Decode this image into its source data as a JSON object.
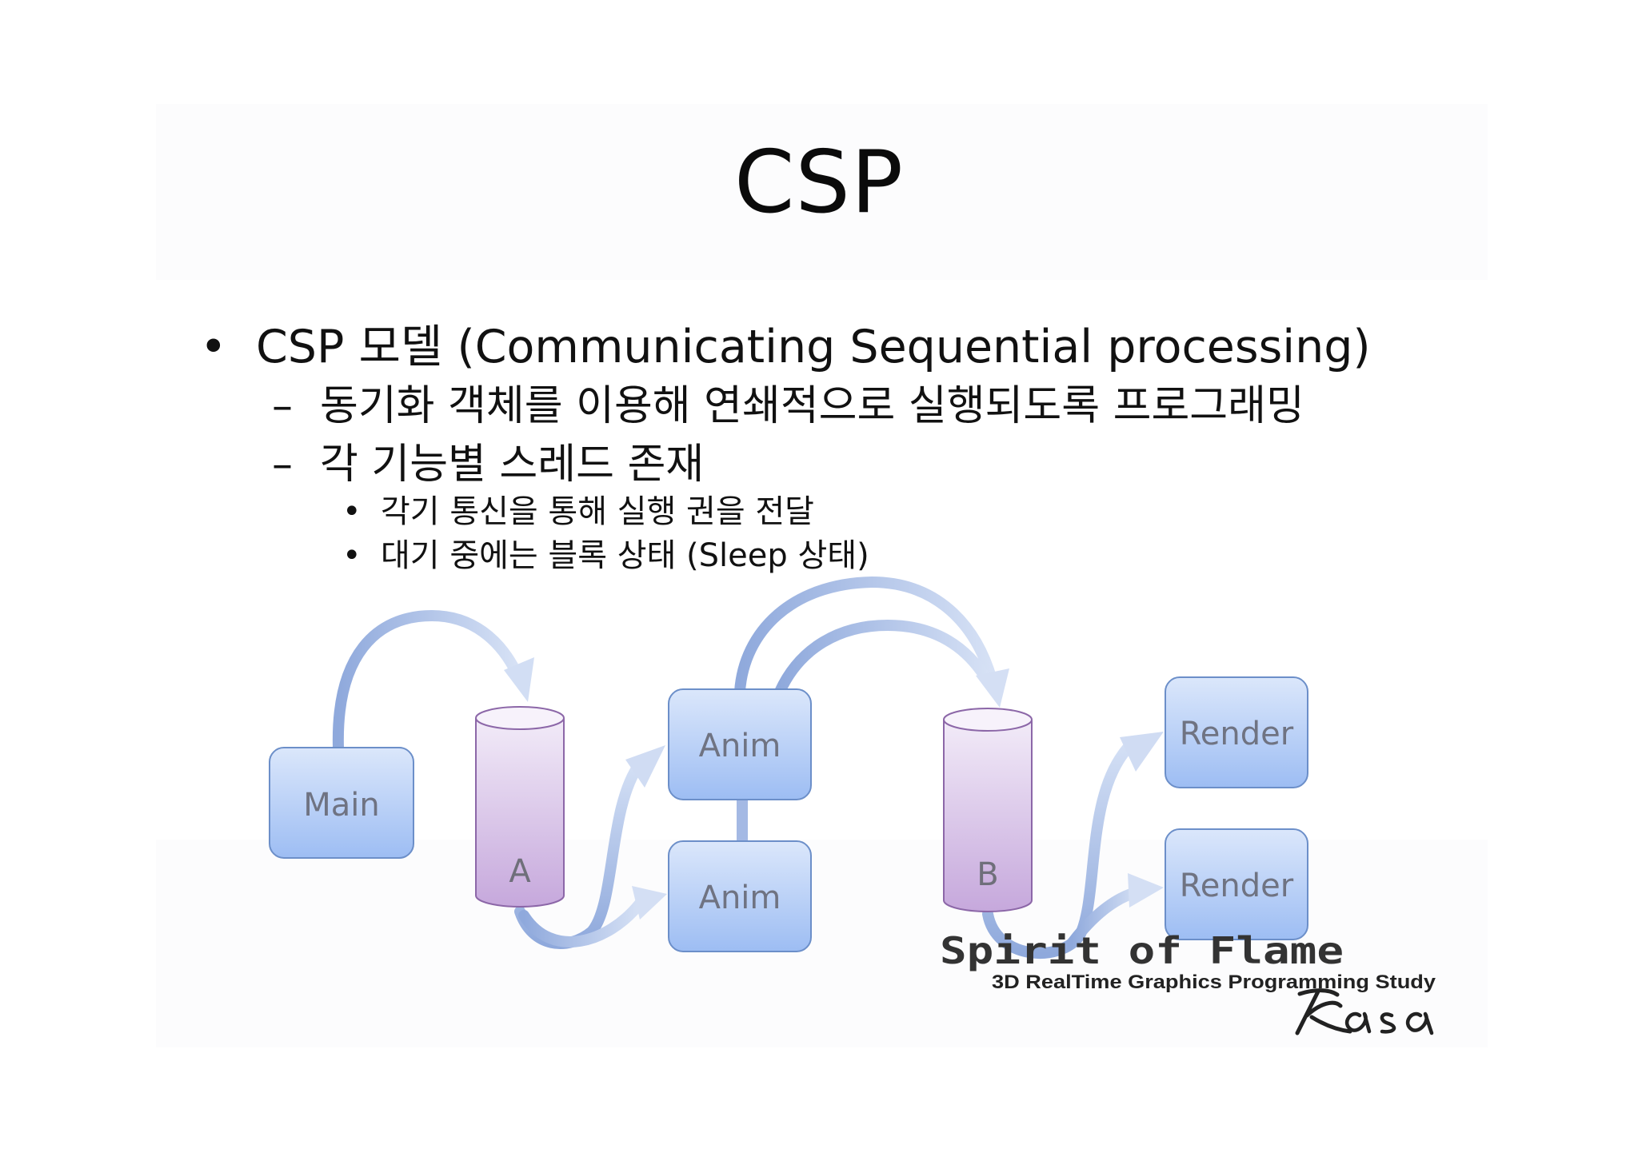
{
  "slide": {
    "title": "CSP",
    "bullets": [
      {
        "level": 1,
        "marker": "•",
        "text": "CSP 모델 (Communicating Sequential processing)"
      },
      {
        "level": 2,
        "marker": "–",
        "text": "동기화 객체를 이용해 연쇄적으로 실행되도록 프로그래밍"
      },
      {
        "level": 2,
        "marker": "–",
        "text": "각 기능별 스레드 존재"
      },
      {
        "level": 3,
        "marker": "•",
        "text": "각기 통신을 통해 실행 권을 전달"
      },
      {
        "level": 3,
        "marker": "•",
        "text": "대기 중에는 블록 상태 (Sleep 상태)"
      }
    ]
  },
  "diagram": {
    "nodes": {
      "main": "Main",
      "anim_top": "Anim",
      "anim_bottom": "Anim",
      "render_top": "Render",
      "render_bottom": "Render"
    },
    "queues": {
      "a": "A",
      "b": "B"
    },
    "colors": {
      "node_fill_top": "#dbe7fb",
      "node_fill_bottom": "#9dbdf3",
      "node_stroke": "#6c8fc9",
      "cylinder_fill_top": "#efe6f6",
      "cylinder_fill_bottom": "#c6a8dc",
      "cylinder_stroke": "#8c67a8",
      "arrow": "#a3b8e3"
    }
  },
  "watermark": {
    "line1": "Spirit of Flame",
    "line2": "3D RealTime Graphics Programming Study",
    "signature": "Kasa"
  }
}
